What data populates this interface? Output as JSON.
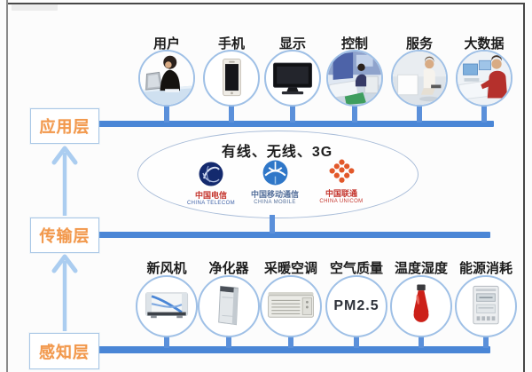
{
  "layers": {
    "application": {
      "label": "应用层"
    },
    "transmission": {
      "label": "传输层"
    },
    "perception": {
      "label": "感知层"
    }
  },
  "application_nodes": [
    {
      "label": "用户",
      "icon": "user-laptop-icon"
    },
    {
      "label": "手机",
      "icon": "smartphone-icon"
    },
    {
      "label": "显示",
      "icon": "display-icon"
    },
    {
      "label": "控制",
      "icon": "control-room-icon"
    },
    {
      "label": "服务",
      "icon": "service-icon"
    },
    {
      "label": "大数据",
      "icon": "big-data-icon"
    }
  ],
  "network": {
    "title": "有线、无线、3G",
    "carriers": [
      {
        "name": "中国电信",
        "en": "CHINA TELECOM"
      },
      {
        "name": "中国移动通信",
        "en": "CHINA MOBILE"
      },
      {
        "name": "中国联通",
        "en": "CHINA UNICOM"
      }
    ]
  },
  "perception_nodes": [
    {
      "label": "新风机",
      "icon": "fresh-air-unit-icon"
    },
    {
      "label": "净化器",
      "icon": "air-purifier-icon"
    },
    {
      "label": "采暖空调",
      "icon": "hvac-unit-icon"
    },
    {
      "label": "空气质量",
      "value": "PM2.5"
    },
    {
      "label": "温度湿度",
      "icon": "thermometer-icon"
    },
    {
      "label": "能源消耗",
      "icon": "energy-meter-icon"
    }
  ],
  "colors": {
    "bus_line": "#4a86d6",
    "node_border": "#9fc0e6",
    "layer_box_border": "#a9c7e6",
    "layer_label": "#f2994d",
    "arrow": "#abcdf0"
  }
}
